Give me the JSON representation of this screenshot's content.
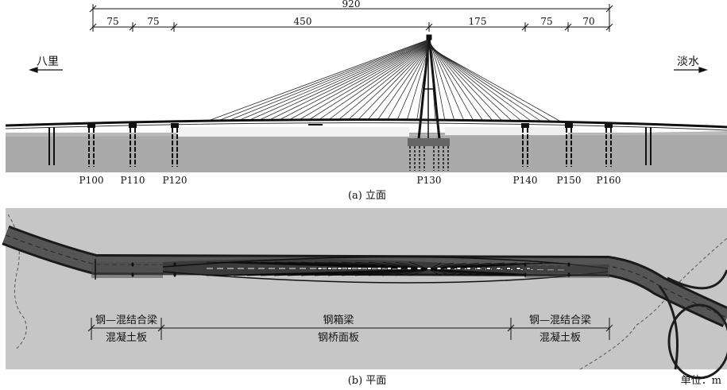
{
  "dimensions": {
    "total": "920",
    "spans": [
      "75",
      "75",
      "450",
      "175",
      "75",
      "70"
    ]
  },
  "directions": {
    "left": "八里",
    "right": "淡水"
  },
  "piers": [
    "P100",
    "P110",
    "P120",
    "P130",
    "P140",
    "P150",
    "P160"
  ],
  "captions": {
    "elevation": "(a) 立面",
    "plan": "(b) 平面"
  },
  "segments": {
    "left": {
      "line1": "钢—混结合梁",
      "line2": "混凝土板"
    },
    "middle": {
      "line1": "钢箱梁",
      "line2": "钢桥面板"
    },
    "right": {
      "line1": "钢—混结合梁",
      "line2": "混凝土板"
    }
  },
  "unit": "单位：m",
  "colors": {
    "ground": "#a9a9a9",
    "plan_bg": "#c6c6c6",
    "deck": "#1a1a1a"
  }
}
